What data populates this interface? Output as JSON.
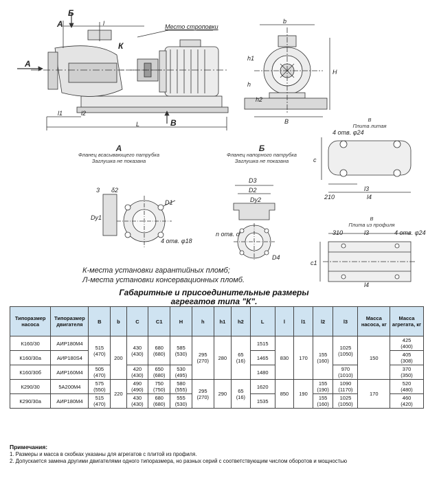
{
  "drawing": {
    "labels": {
      "A": "А",
      "B": "Б",
      "V": "В",
      "K": "К",
      "l": "l",
      "l1": "l1",
      "l2": "l2",
      "L": "L",
      "b": "b",
      "B_dim": "B",
      "H": "H",
      "h": "h",
      "h1": "h1",
      "h2": "h2",
      "c": "c",
      "c1": "c1",
      "D1": "D1",
      "D2": "D2",
      "D3": "D3",
      "D4": "D4",
      "Dy1": "Dу1",
      "Dy2": "Dу2",
      "delta2": "δ2",
      "three": "3",
      "d": "d",
      "n_holes": "n отв. d",
      "holes_18": "4 отв. φ18",
      "holes_24": "4 отв. φ24",
      "size_210": "210",
      "size_310": "310",
      "l3": "l3",
      "l4": "l4"
    },
    "seal_place": "Место строповки",
    "view_A_caption": [
      "Фланец всасывающего патрубка",
      "Заглушка не показана"
    ],
    "view_B_caption": [
      "Фланец напорного патрубка",
      "Заглушка не показана"
    ],
    "plate_caption": [
      "В",
      "Плита литая"
    ],
    "profile_caption": [
      "В",
      "Плита из профиля"
    ],
    "notes_lines": [
      "К-места установки гарантийных пломб;",
      "Л-места установки консервационных пломб."
    ]
  },
  "table_title": [
    "Габаритные и присоединительные размеры",
    "агрегатов типа \"К\"."
  ],
  "table": {
    "headers": [
      "Типоразмер насоса",
      "Типоразмер двигателя",
      "B",
      "b",
      "C",
      "C1",
      "H",
      "h",
      "h1",
      "h2",
      "L",
      "l",
      "l1",
      "l2",
      "l3",
      "Масса насоса, кг",
      "Масса агрегата, кг"
    ],
    "rows": {
      "r1": {
        "pump": "К160/30",
        "motor": "АИР180М4",
        "B": "515\n(470)",
        "L": "1515",
        "m": "425\n(400)"
      },
      "r2": {
        "pump": "К160/30а",
        "motor": "АИР180S4",
        "L": "1465",
        "m": "405\n(308)"
      },
      "r3": {
        "pump": "К160/30б",
        "motor": "АИР160М4",
        "B": "505\n(470)",
        "L": "1480",
        "m": "370\n(350)"
      },
      "r4": {
        "pump": "К290/30",
        "motor": "5А200М4",
        "B": "575\n(550)",
        "L": "1620",
        "m": "520\n(480)"
      },
      "r5": {
        "pump": "К290/30а",
        "motor": "АИР180М4",
        "B": "515\n(470)",
        "L": "1535",
        "m": "460\n(420)"
      },
      "g1": {
        "b": "200",
        "h": "295\n(270)",
        "h1": "280",
        "h2": "65\n(16)",
        "l": "830",
        "l1": "170",
        "mp": "150"
      },
      "g2": {
        "b": "220",
        "h": "295\n(270)",
        "h1": "290",
        "h2": "65\n(16)",
        "l": "850",
        "l1": "190",
        "mp": "170"
      },
      "c_r12": {
        "C": "430\n(430)",
        "C1": "680\n(680)",
        "H": "585\n(530)",
        "l2": "155\n(160)",
        "l3": "1025\n(1050)"
      },
      "c_r3": {
        "C": "420\n(430)",
        "C1": "650\n(680)",
        "H": "530\n(495)",
        "l3": "970\n(1010)"
      },
      "c_r4": {
        "C": "490\n(490)",
        "C1": "750\n(750)",
        "H": "580\n(555)",
        "l2": "155\n(190)",
        "l3": "1090\n(1170)"
      },
      "c_r5": {
        "C": "430\n(430)",
        "C1": "680\n(680)",
        "H": "555\n(530)",
        "l2": "155\n(160)",
        "l3": "1025\n(1050)"
      }
    }
  },
  "notes": {
    "title": "Примечания:",
    "items": [
      "1. Размеры и масса в скобках указаны для агрегатов с плитой из профиля.",
      "2. Допускается замена другими двигателями одного типоразмера, но разных серий с соответствующим числом оборотов и мощностью"
    ]
  }
}
